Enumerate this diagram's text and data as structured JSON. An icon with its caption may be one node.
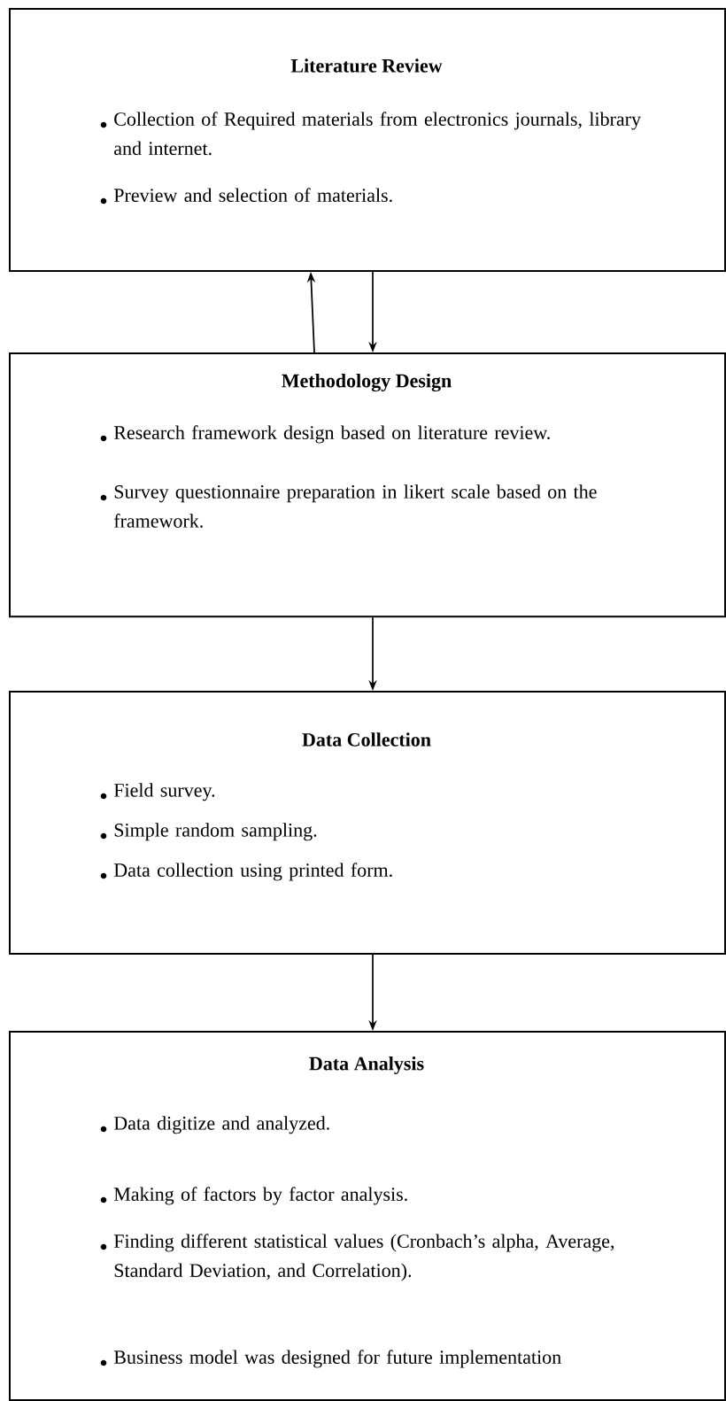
{
  "diagram": {
    "nodes": [
      {
        "text": [
          "Literature Review",
          "Collection of Required materials from electronics journals, library and internet.",
          "Preview and selection of materials."
        ]
      },
      {
        "text": [
          "Methodology Design",
          "Research framework design based on literature review.",
          "Survey questionnaire preparation in likert scale based on the framework."
        ]
      },
      {
        "text": [
          "Data Collection",
          "Field survey.",
          "Simple random sampling.",
          "Data collection using printed form."
        ]
      },
      {
        "text": [
          "Data Analysis",
          "Data digitize and analyzed.",
          "Making of factors by factor analysis.",
          "Finding different statistical values (Cronbach’s alpha, Average, Standard Deviation, and Correlation).",
          "Business model was designed for future implementation"
        ]
      }
    ],
    "edges": [
      {
        "from": 0,
        "to": 1,
        "arrow": "to"
      },
      {
        "from": 1,
        "to": 0,
        "arrow": "to"
      },
      {
        "from": 1,
        "to": 2,
        "arrow": "to"
      },
      {
        "from": 2,
        "to": 3,
        "arrow": "to"
      }
    ]
  }
}
